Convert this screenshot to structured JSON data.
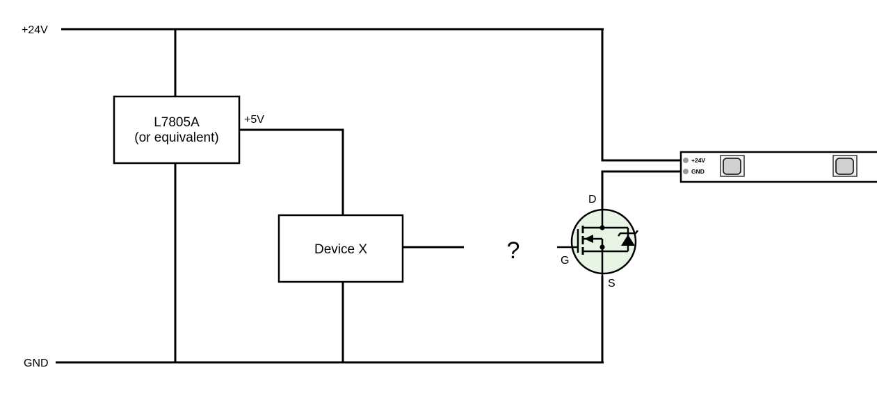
{
  "rails": {
    "supply_label": "+24V",
    "ground_label": "GND"
  },
  "regulator": {
    "line1": "L7805A",
    "line2": "(or equivalent)",
    "output_label": "+5V"
  },
  "device": {
    "label": "Device X"
  },
  "unknown_link": {
    "label": "?"
  },
  "mosfet": {
    "drain_label": "D",
    "gate_label": "G",
    "source_label": "S",
    "fill_color": "#e8f4e4"
  },
  "led_strip": {
    "pad_plus_label": "+24V",
    "pad_gnd_label": "GND",
    "led_count": 2,
    "led_fill": "#d0d0d0",
    "pad_color": "#999999"
  }
}
